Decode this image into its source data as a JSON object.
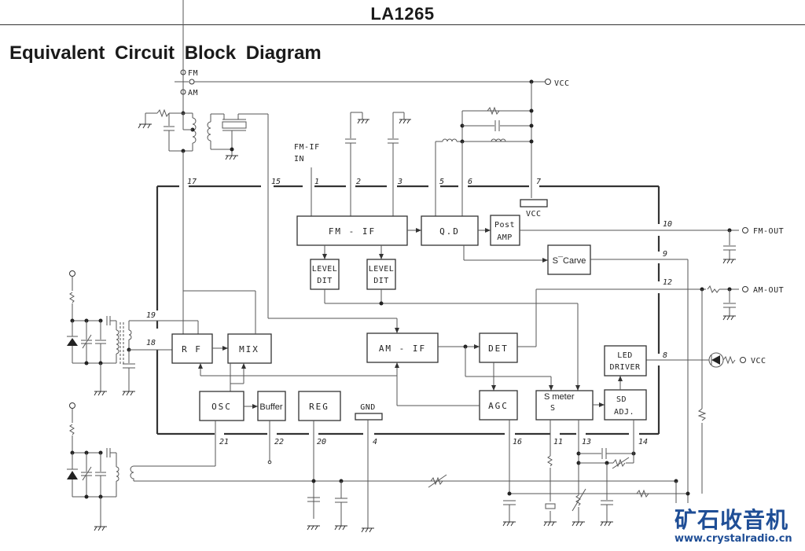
{
  "header": {
    "part_number": "LA1265",
    "section_title": "Equivalent Circuit Block Diagram"
  },
  "terminals": {
    "fm": "FM",
    "am": "AM",
    "vcc_top": "VCC",
    "vcc_pin7": "VCC",
    "vcc_led": "VCC",
    "fm_if_in_line1": "FM-IF",
    "fm_if_in_line2": "IN",
    "fm_out": "FM-OUT",
    "am_out": "AM-OUT"
  },
  "blocks": {
    "fm_if": "FM - IF",
    "qd": "Q.D",
    "post_amp_line1": "Post",
    "post_amp_line2": "AMP",
    "s_carve": "S¯Carve",
    "level_dit_1_line1": "LEVEL",
    "level_dit_1_line2": "DIT",
    "level_dit_2_line1": "LEVEL",
    "level_dit_2_line2": "DIT",
    "rf": "R F",
    "mix": "MIX",
    "am_if": "AM - IF",
    "det": "DET",
    "osc": "OSC",
    "buffer": "Buffer",
    "reg": "REG",
    "gnd": "GND",
    "agc": "AGC",
    "s_meter": "S  meter",
    "s_meter_sub": "S",
    "sd_adj_line1": "SD",
    "sd_adj_line2": "ADJ.",
    "led_driver_line1": "LED",
    "led_driver_line2": "DRIVER"
  },
  "pins": {
    "p1": "1",
    "p2": "2",
    "p3": "3",
    "p4": "4",
    "p5": "5",
    "p6": "6",
    "p7": "7",
    "p8": "8",
    "p9": "9",
    "p10": "10",
    "p11": "11",
    "p12": "12",
    "p13": "13",
    "p14": "14",
    "p15": "15",
    "p16": "16",
    "p17": "17",
    "p18": "18",
    "p19": "19",
    "p20": "20",
    "p21": "21",
    "p22": "22"
  },
  "watermark": {
    "chinese": "矿石收音机",
    "url": "www.crystalradio.cn",
    "color": "#1f4e96"
  }
}
